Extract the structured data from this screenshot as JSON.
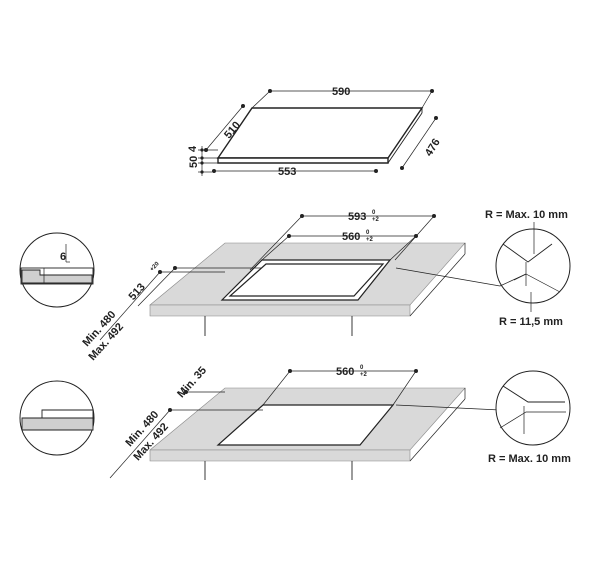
{
  "hob": {
    "width": "590",
    "depth": "510",
    "side": "476",
    "bottom": "553",
    "thickness": "4",
    "height": "50"
  },
  "top_cutout": {
    "outer": "593",
    "outer_tol_up": "0",
    "outer_tol_down": "+2",
    "inner": "560",
    "inner_tol_up": "0",
    "inner_tol_down": "+2",
    "depth": "513",
    "depth_tol_up": "+2",
    "depth_tol_down": "0",
    "min_depth": "Min. 480",
    "max_depth": "Max. 492",
    "detail_dim": "6",
    "radius_corner": "R = Max. 10 mm",
    "radius_inner": "R = 11,5 mm"
  },
  "bottom_cutout": {
    "inner": "560",
    "inner_tol_up": "0",
    "inner_tol_down": "+2",
    "min_edge": "Min. 35",
    "min_depth": "Min. 480",
    "max_depth": "Max. 492",
    "radius_corner": "R = Max. 10 mm"
  }
}
